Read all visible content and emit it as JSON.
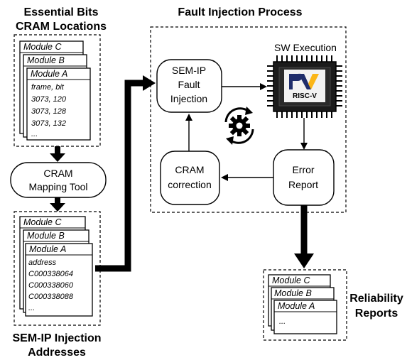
{
  "titles": {
    "essential_bits_line1": "Essential Bits",
    "essential_bits_line2": "CRAM Locations",
    "fault_injection_process": "Fault Injection Process",
    "sem_ip_addresses_line1": "SEM-IP Injection",
    "sem_ip_addresses_line2": "Addresses",
    "reliability_line1": "Reliability",
    "reliability_line2": "Reports"
  },
  "essential_bits": {
    "modules": [
      "Module C",
      "Module B",
      "Module A"
    ],
    "rows": [
      "frame, bit",
      "3073, 120",
      "3073, 128",
      "3073, 132",
      "..."
    ]
  },
  "mapping_tool": {
    "line1": "CRAM",
    "line2": "Mapping Tool"
  },
  "sem_ip_addresses": {
    "modules": [
      "Module C",
      "Module B",
      "Module A"
    ],
    "rows": [
      "address",
      "C000338064",
      "C000338060",
      "C000338088",
      "..."
    ]
  },
  "process": {
    "sem_ip_fault_injection": [
      "SEM-IP",
      "Fault",
      "Injection"
    ],
    "sw_execution": "SW Execution",
    "riscv_logo_text": "RISC-V",
    "cram_correction": [
      "CRAM",
      "correction"
    ],
    "error_report": [
      "Error",
      "Report"
    ]
  },
  "reliability_reports": {
    "modules": [
      "Module C",
      "Module B",
      "Module A"
    ],
    "rows": [
      "..."
    ]
  },
  "icons": [
    "riscv-chip-icon",
    "gear-cycle-icon"
  ]
}
